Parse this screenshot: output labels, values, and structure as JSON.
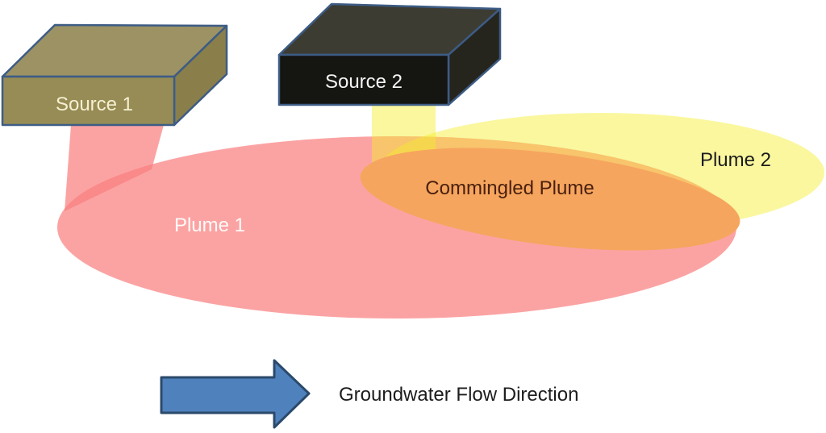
{
  "diagram": {
    "sources": [
      {
        "label": "Source 1"
      },
      {
        "label": "Source 2"
      }
    ],
    "plumes": {
      "plume1": {
        "label": "Plume 1"
      },
      "plume2": {
        "label": "Plume 2"
      },
      "commingled": {
        "label": "Commingled Plume"
      }
    },
    "flow_arrow": {
      "label": "Groundwater Flow Direction",
      "direction": "right"
    }
  },
  "colors": {
    "plume1_base": "#F97F7F",
    "plume2_base": "#F4ED2A",
    "commingled_fill": "#F6A55E",
    "plume1_label": "#FFFAF8",
    "commingled_label": "#49200E",
    "dark_text": "#1C1C1C",
    "source1_front": "#978C55",
    "source1_top": "#9C9263",
    "source1_side": "#8A7F4B",
    "source1_label": "#F5F0D2",
    "source2_front": "#151511",
    "source2_top": "#3C3C33",
    "source2_side": "#25251E",
    "source2_label": "#F5F5F5",
    "box_outline": "#3D5C85",
    "arrow_fill": "#4F81BD",
    "arrow_outline": "#2B4A6B"
  }
}
